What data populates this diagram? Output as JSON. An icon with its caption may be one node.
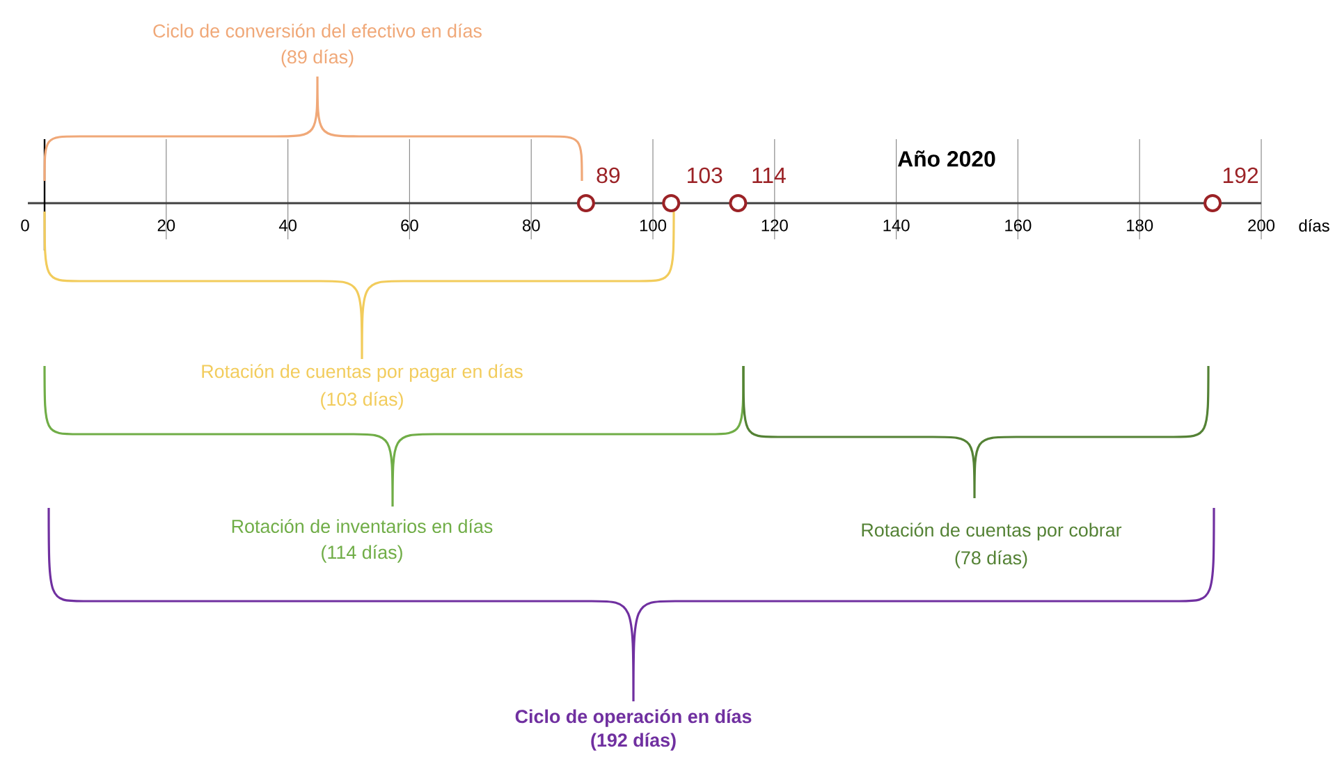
{
  "diagram": {
    "title": "Año 2020",
    "labels": [
      "Ciclo de conversión del efectivo en días",
      "(89 días)",
      "89",
      "103",
      "114",
      "192",
      "0",
      "20",
      "40",
      "60",
      "80",
      "100",
      "120",
      "140",
      "160",
      "180",
      "200",
      "días",
      "Rotación de cuentas por pagar en días",
      "(103 días)",
      "Rotación de inventarios en días",
      "(114 días)",
      "Rotación de cuentas por cobrar",
      "(78 días)",
      "Ciclo de operación en días",
      "(192 días)"
    ]
  }
}
